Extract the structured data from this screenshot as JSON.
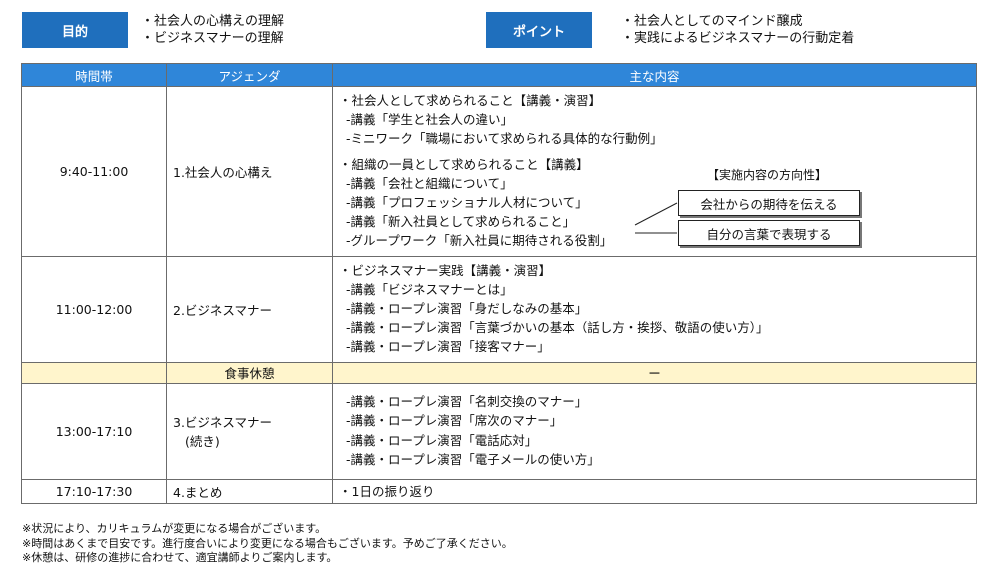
{
  "purpose": {
    "label": "目的",
    "items": [
      "・社会人の心構えの理解",
      "・ビジネスマナーの理解"
    ]
  },
  "point": {
    "label": "ポイント",
    "items": [
      "・社会人としてのマインド醸成",
      "・実践によるビジネスマナーの行動定着"
    ]
  },
  "colors": {
    "tag_blue": "#1f6fbd",
    "header_blue": "#2f86d9",
    "lunch_yellow": "#fff5cc"
  },
  "table": {
    "headers": [
      "時間帯",
      "アジェンダ",
      "主な内容"
    ],
    "rows": [
      {
        "time": "9:40-11:00",
        "agenda": "1.社会人の心構え",
        "content": [
          "・社会人として求められること【講義・演習】",
          "-講義「学生と社会人の違い」",
          "-ミニワーク「職場において求められる具体的な行動例」",
          "・組織の一員として求められること【講義】",
          "-講義「会社と組織について」",
          "-講義「プロフェッショナル人材について」",
          "-講義「新入社員として求められること」",
          "-グループワーク「新入社員に期待される役割」"
        ],
        "direction": {
          "label": "【実施内容の方向性】",
          "boxes": [
            "会社からの期待を伝える",
            "自分の言葉で表現する"
          ]
        }
      },
      {
        "time": "11:00-12:00",
        "agenda": "2.ビジネスマナー",
        "content": [
          "・ビジネスマナー実践【講義・演習】",
          "-講義「ビジネスマナーとは」",
          "-講義・ロープレ演習「身だしなみの基本」",
          "-講義・ロープレ演習「言葉づかいの基本（話し方・挨拶、敬語の使い方）」",
          "-講義・ロープレ演習「接客マナー」"
        ]
      },
      {
        "time": "",
        "agenda": "食事休憩",
        "content_text": "ー"
      },
      {
        "time": "13:00-17:10",
        "agenda": "3.ビジネスマナー",
        "agenda_cont": "(続き)",
        "content": [
          "-講義・ロープレ演習「名刺交換のマナー」",
          "-講義・ロープレ演習「席次のマナー」",
          "-講義・ロープレ演習「電話応対」",
          "-講義・ロープレ演習「電子メールの使い方」"
        ]
      },
      {
        "time": "17:10-17:30",
        "agenda": "4.まとめ",
        "content": [
          "・1日の振り返り"
        ]
      }
    ]
  },
  "notes": [
    "※状況により、カリキュラムが変更になる場合がございます。",
    "※時間はあくまで目安です。進行度合いにより変更になる場合もございます。予めご了承ください。",
    "※休憩は、研修の進捗に合わせて、適宜講師よりご案内します。"
  ]
}
